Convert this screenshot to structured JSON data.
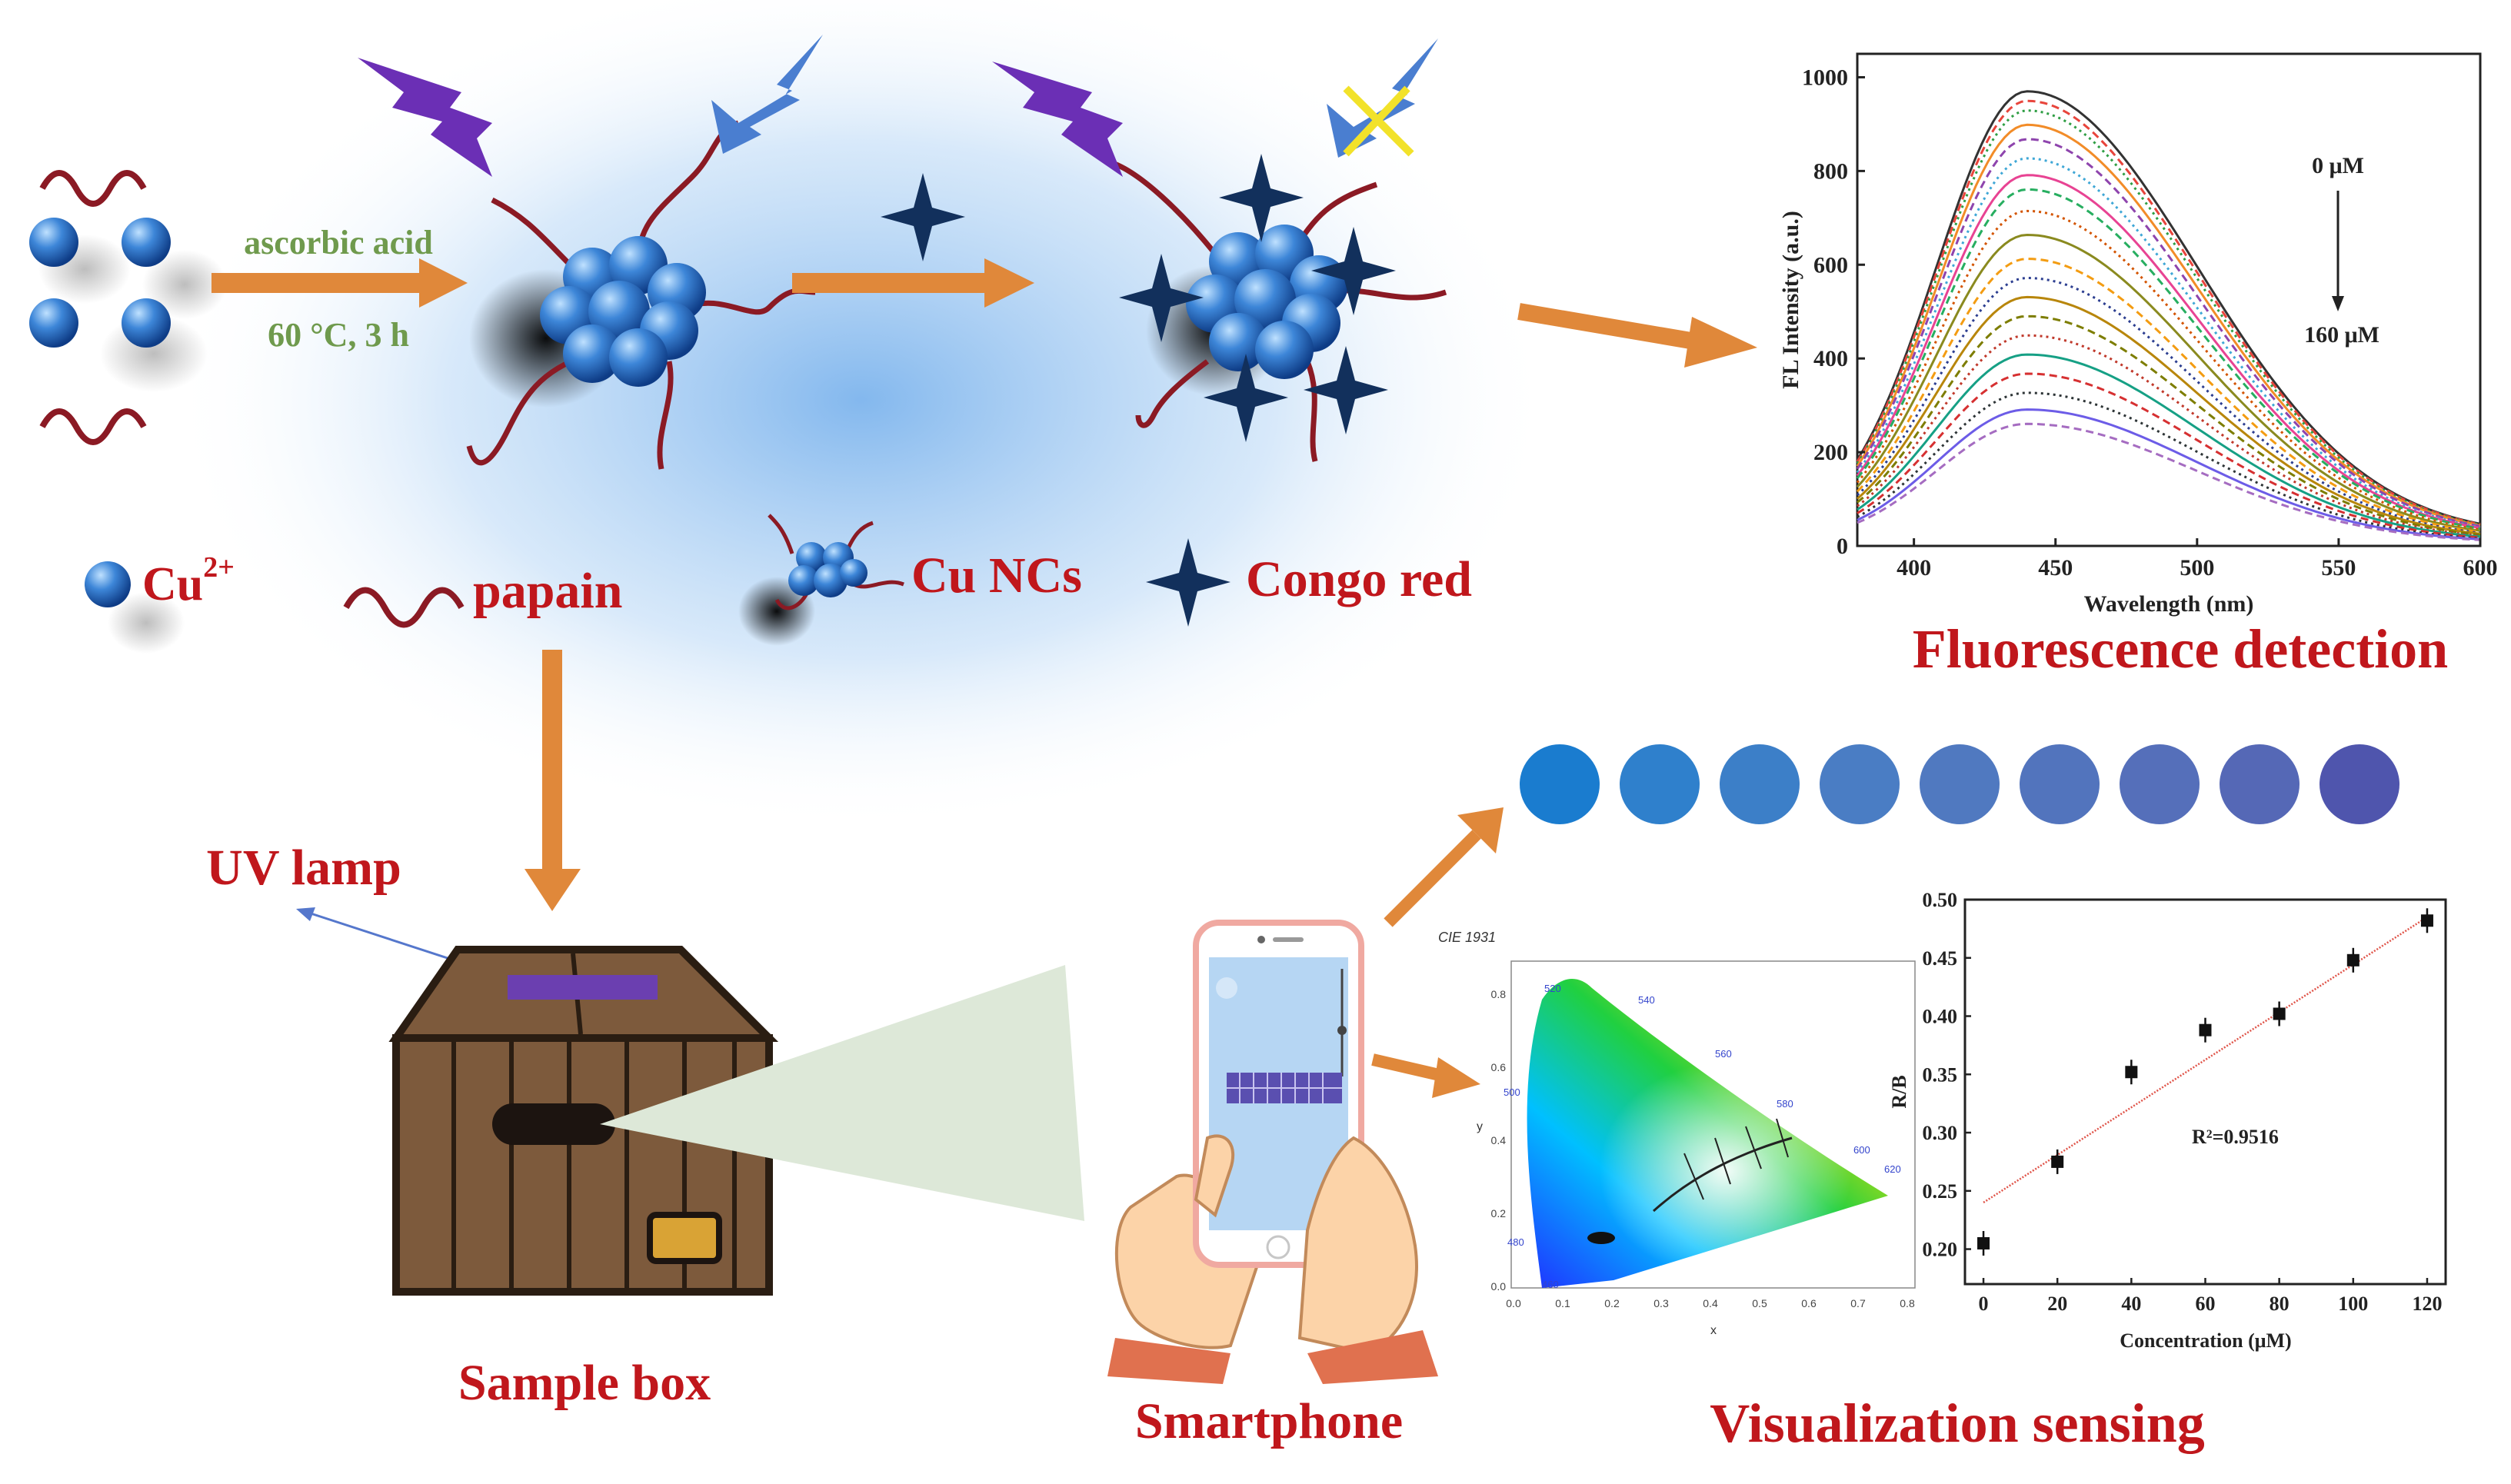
{
  "synthesis": {
    "reagent": "ascorbic acid",
    "condition": "60 °C, 3 h"
  },
  "legend": {
    "cu_label": "Cu",
    "cu_sup": "2+",
    "papain_label": "papain",
    "nc_label": "Cu NCs",
    "congo_label": "Congo red"
  },
  "fluorescence": {
    "title": "Fluorescence detection",
    "conc_top": "0 μM",
    "conc_bottom": "160 μM"
  },
  "bottom_labels": {
    "uv_lamp": "UV lamp",
    "sample_box": "Sample box",
    "smartphone": "Smartphone",
    "visualization": "Visualization sensing"
  },
  "cie": {
    "title": "CIE 1931",
    "x_label": "x",
    "y_label": "y",
    "x_ticks": [
      "0.0",
      "0.1",
      "0.2",
      "0.3",
      "0.4",
      "0.5",
      "0.6",
      "0.7",
      "0.8"
    ],
    "y_ticks": [
      "0.0",
      "0.2",
      "0.4",
      "0.6",
      "0.8"
    ],
    "wavelengths": [
      "520",
      "540",
      "560",
      "580",
      "600",
      "620",
      "500",
      "480",
      "460"
    ]
  },
  "color_circles": [
    "#1a7ccf",
    "#2f80cc",
    "#3c7fc8",
    "#4a7dc4",
    "#5079c0",
    "#5274bd",
    "#556fba",
    "#5568b6",
    "#4f55ad"
  ],
  "chart_data": [
    {
      "type": "line",
      "xlabel": "Wavelength (nm)",
      "ylabel": "FL Intensity (a.u.)",
      "xlim": [
        380,
        600
      ],
      "ylim": [
        0,
        1050
      ],
      "x_ticks": [
        400,
        450,
        500,
        550,
        600
      ],
      "y_ticks": [
        0,
        200,
        400,
        600,
        800,
        1000
      ],
      "peak_wavelength": 440,
      "series_peaks": [
        950,
        930,
        910,
        880,
        850,
        810,
        775,
        745,
        700,
        650,
        600,
        560,
        520,
        480,
        440,
        400,
        360,
        320,
        285,
        255
      ],
      "series_colors": [
        "#333333",
        "#e8453c",
        "#2f9e44",
        "#f28c28",
        "#8e44ad",
        "#3fa7d6",
        "#e84393",
        "#27ae60",
        "#d35400",
        "#8a8a1f",
        "#f39c12",
        "#2c3e90",
        "#b8860b",
        "#7d7d00",
        "#c0392b",
        "#16a085",
        "#d63031",
        "#2d3436",
        "#6c5ce7",
        "#a56cc1"
      ]
    },
    {
      "type": "scatter",
      "xlabel": "Concentration (μM)",
      "ylabel": "R/B",
      "xlim": [
        -5,
        125
      ],
      "ylim": [
        0.17,
        0.5
      ],
      "x_ticks": [
        0,
        20,
        40,
        60,
        80,
        100,
        120
      ],
      "y_ticks": [
        0.2,
        0.25,
        0.3,
        0.35,
        0.4,
        0.45,
        0.5
      ],
      "y_tick_labels": [
        "0.20",
        "0.25",
        "0.30",
        "0.35",
        "0.40",
        "0.45",
        "0.50"
      ],
      "x": [
        0,
        20,
        40,
        60,
        80,
        100,
        120
      ],
      "y": [
        0.205,
        0.275,
        0.352,
        0.388,
        0.402,
        0.448,
        0.482
      ],
      "fit_line": [
        [
          0,
          0.24
        ],
        [
          120,
          0.485
        ]
      ],
      "annotation": "R²=0.9516"
    }
  ]
}
